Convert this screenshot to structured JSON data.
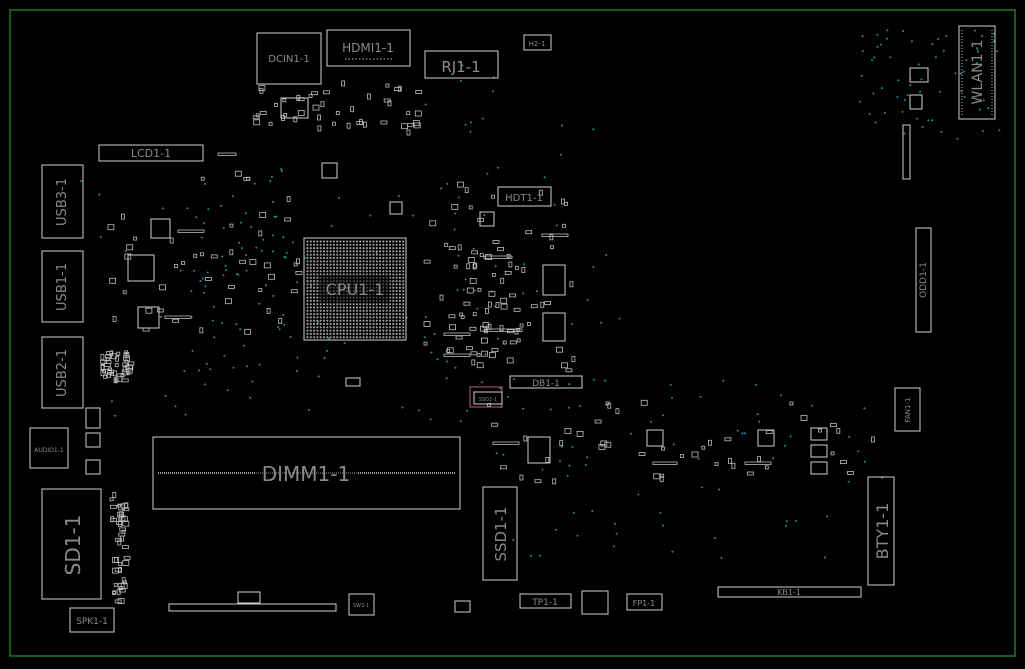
{
  "components": {
    "dcin": "DCIN1-1",
    "hdmi": "HDMI1-1",
    "rj": "RJ1-1",
    "h2": "H2-1",
    "wlan": "WLAN1-1",
    "lcd": "LCD1-1",
    "usb3": "USB3-1",
    "usb1": "USB1-1",
    "usb2": "USB2-1",
    "audio": "AUDIO1-1",
    "sd": "SD1-1",
    "spk": "SPK1-1",
    "cpu": "CPU1-1",
    "hdt": "HDT1-1",
    "odd": "ODD1-1",
    "db": "DB1-1",
    "ssd2": "SSD2-1",
    "dimm": "DIMM1-1",
    "ssd1": "SSD1-1",
    "tp": "TP1-1",
    "fp": "FP1-1",
    "kb": "KB1-1",
    "fan": "FAN1-1",
    "bty": "BTY1-1",
    "sw": "SW3-1"
  },
  "colors": {
    "background": "#000000",
    "board_outline": "#1c7a1c",
    "component_outline": "#cfcfcf",
    "label": "#8a8a8a",
    "via": "#1f8f9f",
    "highlight": "#c06070"
  }
}
